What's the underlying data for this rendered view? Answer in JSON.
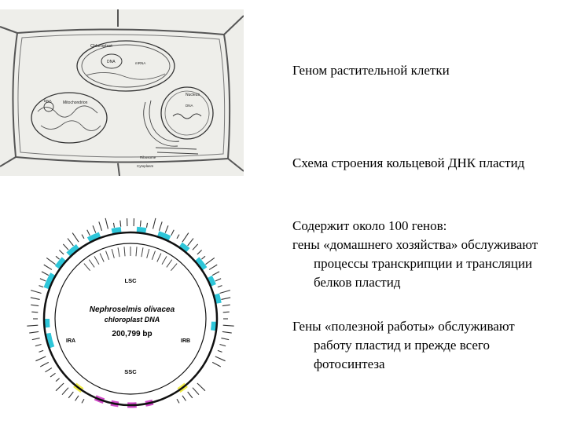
{
  "cell_diagram": {
    "labels": {
      "chloroplast": "Chloroplast",
      "chloroplast_dna": "DNA",
      "chloroplast_rna": "mRNA",
      "mitochondrion": "Mitochondrion",
      "mito_dna": "DNA",
      "nucleus": "Nucleus",
      "nuclear_dna": "DNA",
      "cytoplasm": "Cytoplasm",
      "ribosome": "Ribosome"
    }
  },
  "plastid_map": {
    "organism": "Nephroselmis olivacea",
    "subtitle": "chloroplast DNA",
    "size": "200,799 bp",
    "regions": {
      "lsc": "LSC",
      "ssc": "SSC",
      "ira": "IRA",
      "irb": "IRB"
    },
    "colors": {
      "cyan": "#2ec6d9",
      "magenta": "#d04ac8",
      "yellow": "#f2ee4a",
      "ring": "#111111"
    }
  },
  "slide_text": {
    "heading_genome": "Геном растительной клетки",
    "heading_scheme": "Схема строения кольцевой ДНК пластид",
    "contains": "Содержит около 100 генов:",
    "housekeeping": "гены «домашнего хозяйства» обслуживают процессы транскрипции и трансляции белков пластид",
    "useful": "Гены «полезной работы» обслуживают работу пластид и прежде всего фотосинтеза"
  }
}
